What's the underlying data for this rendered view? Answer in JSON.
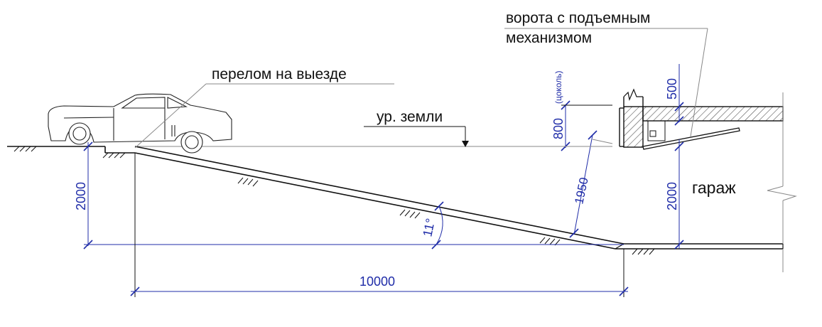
{
  "labels": {
    "gate_line1": "ворота с подъемным",
    "gate_line2": "механизмом",
    "break": "перелом на выезде",
    "ground": "ур. земли",
    "garage": "гараж"
  },
  "dimensions": {
    "height_left": "2000",
    "angle": "11°",
    "diagonal": "1950",
    "plinth_value": "800",
    "plinth_note": "(цоколь)",
    "top_slab": "500",
    "height_right": "2000",
    "length": "10000"
  },
  "colors": {
    "line": "#111111",
    "dimension": "#1f2ca8",
    "leader": "#888888",
    "hatch": "#555555"
  },
  "icons": {
    "car": "car-icon"
  }
}
